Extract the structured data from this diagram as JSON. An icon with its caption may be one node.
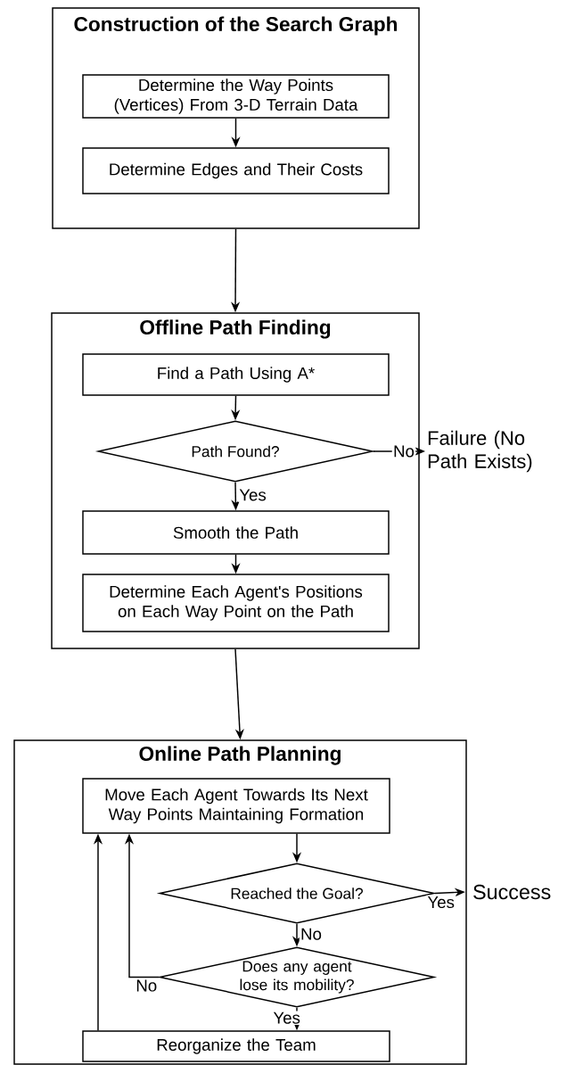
{
  "diagram": {
    "nodes": [
      {
        "text": [
          "Construction of the Search Graph"
        ]
      },
      {
        "text": [
          "Determine the Way Points (Vertices) From 3-D Terrain Data"
        ],
        "in": 0
      },
      {
        "text": [
          "Determine Edges and Their Costs"
        ],
        "in": 0
      },
      {
        "text": [
          "Offline Path Finding"
        ]
      },
      {
        "text": [
          "Find a Path Using A*"
        ],
        "in": 3
      },
      {
        "text": [
          "Path Found?"
        ],
        "in": 3
      },
      {
        "text": [
          "Smooth the Path"
        ],
        "in": 3
      },
      {
        "text": [
          "Determine Each Agent's Positions on Each Way Point on the Path"
        ],
        "in": 3
      },
      {
        "text": [
          "Failure (No Path Exists)"
        ]
      },
      {
        "text": [
          "Online Path Planning"
        ]
      },
      {
        "text": [
          "Move Each Agent Towards Its Next Way Points Maintaining Formation"
        ],
        "in": 9
      },
      {
        "text": [
          "Reached the Goal?"
        ],
        "in": 9
      },
      {
        "text": [
          "Does any agent lose its mobility?"
        ],
        "in": 9
      },
      {
        "text": [
          "Reorganize the Team"
        ],
        "in": 9
      },
      {
        "text": [
          "Success"
        ]
      }
    ],
    "edges": [
      {
        "from": 1,
        "to": 2,
        "arrow": "to"
      },
      {
        "from": 0,
        "to": 3,
        "arrow": "to"
      },
      {
        "from": 4,
        "to": 5,
        "arrow": "to"
      },
      {
        "from": 5,
        "to": 8,
        "arrow": "to",
        "label": "No"
      },
      {
        "from": 5,
        "to": 6,
        "arrow": "to",
        "label": "Yes"
      },
      {
        "from": 6,
        "to": 7,
        "arrow": "to"
      },
      {
        "from": 3,
        "to": 9,
        "arrow": "to"
      },
      {
        "from": 10,
        "to": 11,
        "arrow": "to"
      },
      {
        "from": 11,
        "to": 14,
        "arrow": "to",
        "label": "Yes"
      },
      {
        "from": 11,
        "to": 12,
        "arrow": "to",
        "label": "No"
      },
      {
        "from": 12,
        "to": 10,
        "arrow": "to",
        "label": "No"
      },
      {
        "from": 12,
        "to": 13,
        "arrow": "to",
        "label": "Yes"
      },
      {
        "from": 13,
        "to": 10,
        "arrow": "to"
      }
    ]
  }
}
